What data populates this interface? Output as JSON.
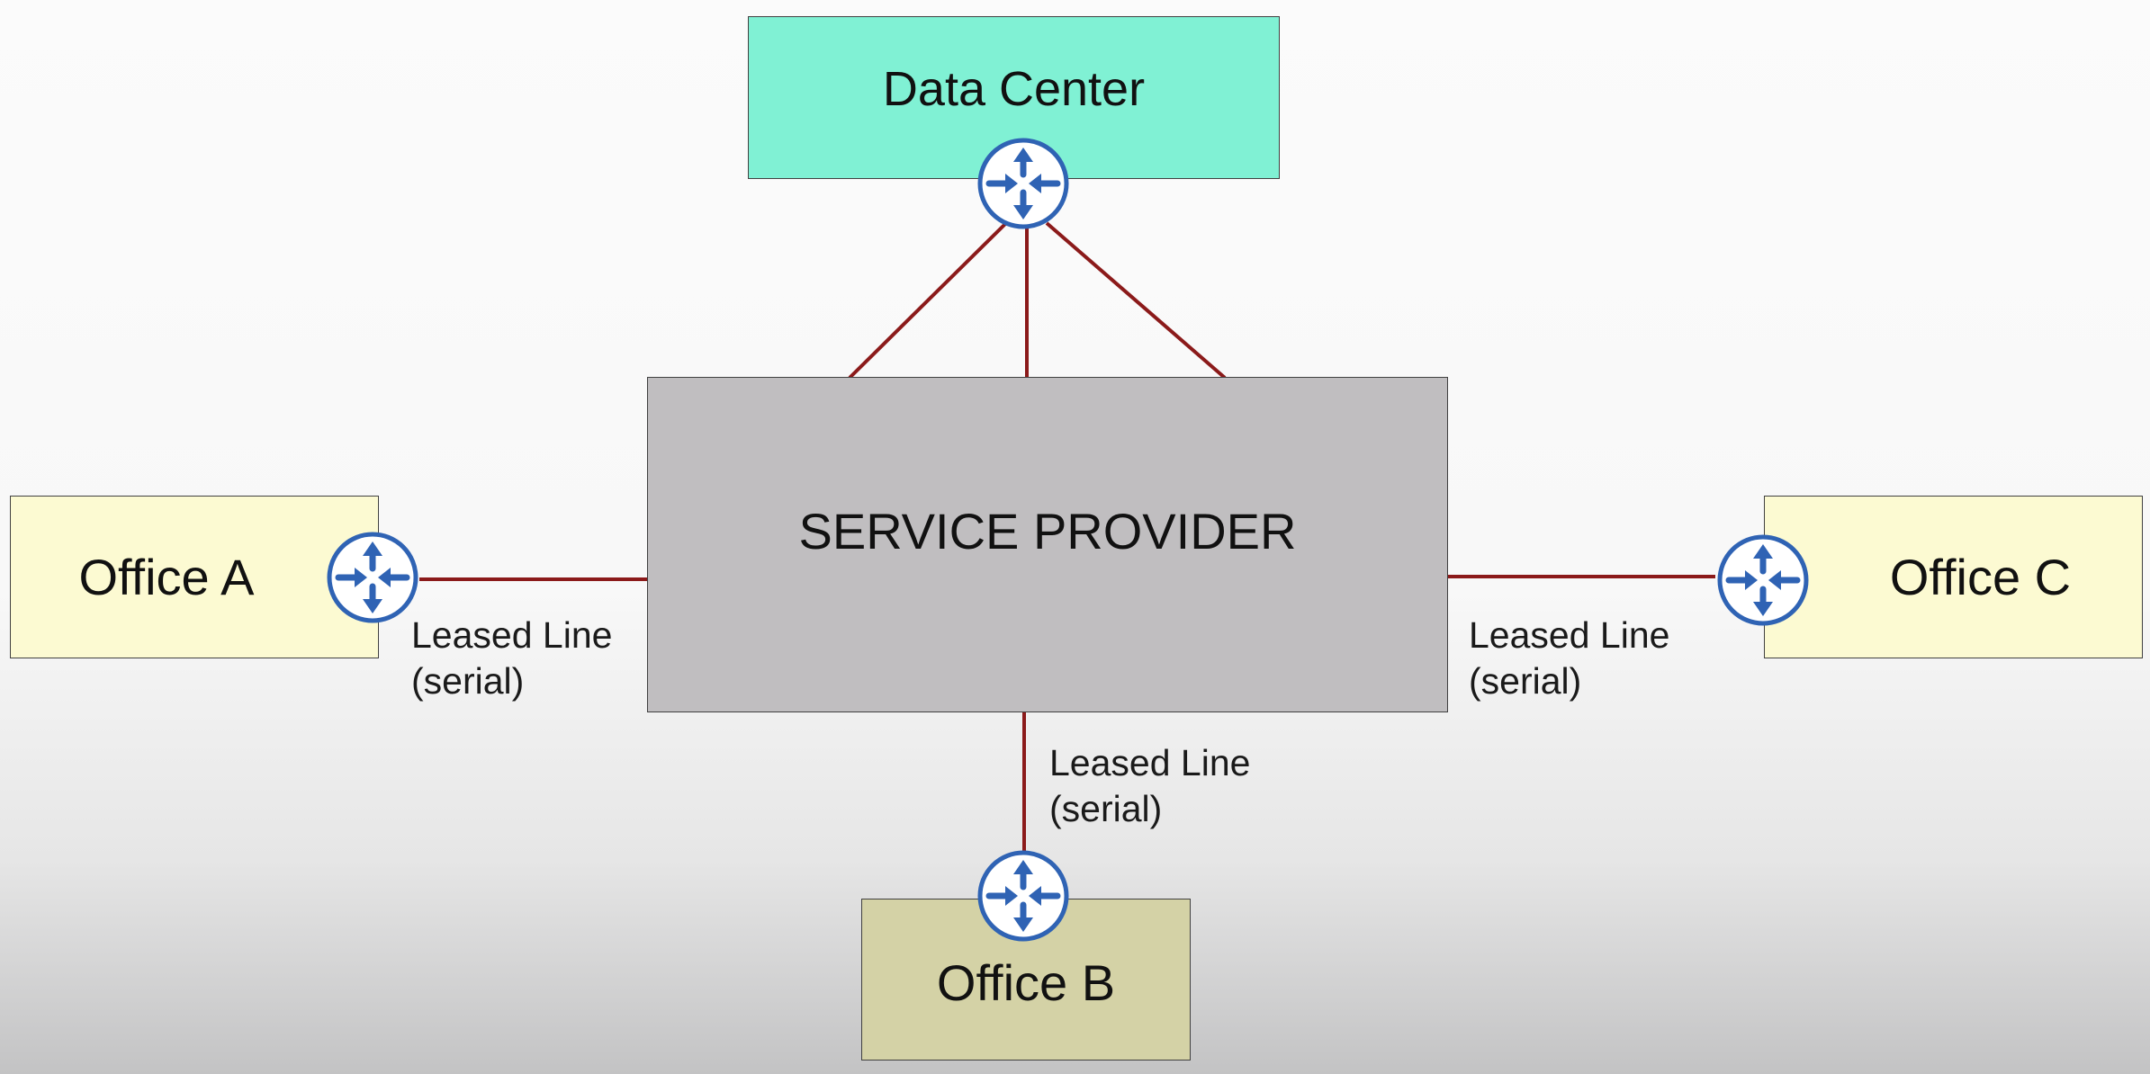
{
  "nodes": {
    "data_center": "Data Center",
    "service_provider": "SERVICE PROVIDER",
    "office_a": "Office A",
    "office_b": "Office B",
    "office_c": "Office C"
  },
  "links": {
    "office_a": {
      "line1": "Leased Line",
      "line2": "(serial)"
    },
    "office_b": {
      "line1": "Leased Line",
      "line2": "(serial)"
    },
    "office_c": {
      "line1": "Leased Line",
      "line2": "(serial)"
    }
  },
  "colors": {
    "data_center_fill": "#80f1d4",
    "service_provider_fill": "#c0bec0",
    "office_fill": "#fcfad2",
    "office_b_fill": "#d4d2a6",
    "link_line": "#8b1a1a",
    "router_icon": "#2f63b4"
  },
  "icons": {
    "router": "router-icon"
  }
}
